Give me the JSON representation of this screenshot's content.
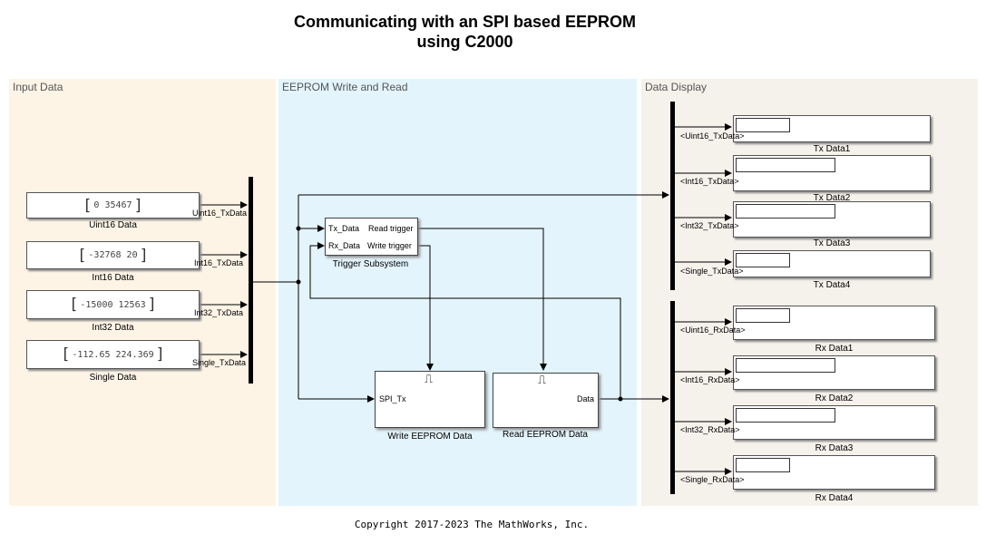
{
  "title_line1": "Communicating with an SPI based EEPROM",
  "title_line2": "using C2000",
  "areas": {
    "input": {
      "label": "Input Data",
      "color": "#fdf4e6"
    },
    "eeprom": {
      "label": "EEPROM Write and Read",
      "color": "#e3f4fc"
    },
    "display": {
      "label": "Data Display",
      "color": "#f5f1eb"
    }
  },
  "constants": [
    {
      "value": "0  35467",
      "label": "Uint16 Data",
      "signal": "Uint16_TxData"
    },
    {
      "value": "-32768  20",
      "label": "Int16 Data",
      "signal": "Int16_TxData"
    },
    {
      "value": "-15000  12563",
      "label": "Int32 Data",
      "signal": "Int32_TxData"
    },
    {
      "value": "-112.65  224.369",
      "label": "Single Data",
      "signal": "Single_TxData"
    }
  ],
  "trigger": {
    "label": "Trigger Subsystem",
    "in_ports": [
      "Tx_Data",
      "Rx_Data"
    ],
    "out_ports": [
      "Read trigger",
      "Write trigger"
    ]
  },
  "write_block": {
    "label": "Write EEPROM Data",
    "port": "SPI_Tx",
    "symbol": "⎍"
  },
  "read_block": {
    "label": "Read EEPROM Data",
    "port": "Data",
    "symbol": "⎍"
  },
  "tx_displays": [
    {
      "signal": "<Uint16_TxData>",
      "label": "Tx Data1"
    },
    {
      "signal": "<Int16_TxData>",
      "label": "Tx Data2"
    },
    {
      "signal": "<Int32_TxData>",
      "label": "Tx Data3"
    },
    {
      "signal": "<Single_TxData>",
      "label": "Tx Data4"
    }
  ],
  "rx_displays": [
    {
      "signal": "<Uint16_RxData>",
      "label": "Rx Data1"
    },
    {
      "signal": "<Int16_RxData>",
      "label": "Rx Data2"
    },
    {
      "signal": "<Int32_RxData>",
      "label": "Rx Data3"
    },
    {
      "signal": "<Single_RxData>",
      "label": "Rx Data4"
    }
  ],
  "copyright": "Copyright 2017-2023 The MathWorks, Inc."
}
